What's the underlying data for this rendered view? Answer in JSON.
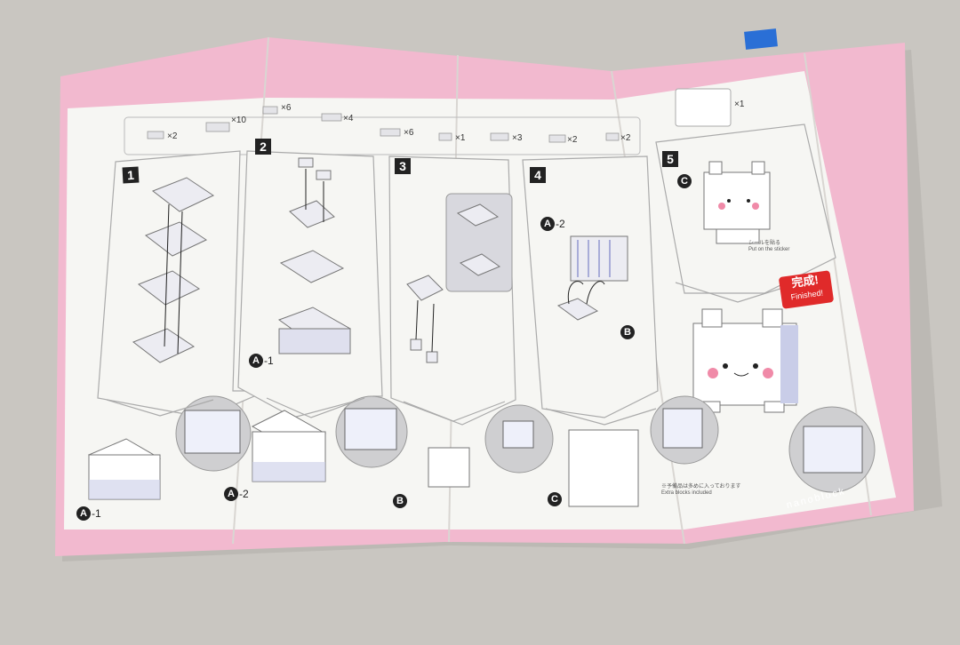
{
  "sheet": {
    "steps": [
      "1",
      "2",
      "3",
      "4",
      "5"
    ],
    "part_labels": {
      "a1_step2": "A",
      "a1_step2_suffix": "-1",
      "a1_bottom": "A",
      "a1_bottom_suffix": "-1",
      "a2_bottom": "A",
      "a2_bottom_suffix": "-2",
      "a2_step4": "A",
      "a2_step4_suffix": "-2",
      "b_step4": "B",
      "b_bottom": "B",
      "c_step5": "C",
      "c_bottom": "C"
    },
    "parts_counts": [
      "×2",
      "×10",
      "×6",
      "×4",
      "×6",
      "×1",
      "×3",
      "×2",
      "×2",
      "×1"
    ],
    "finished_label": "完成!",
    "finished_sub": "Finished!",
    "sticker_note_jp": "シールを貼る",
    "sticker_note_en": "Put on the sticker",
    "extra_note_jp": "※予備品は多めに入っております",
    "extra_note_en": "Extra blocks included",
    "brand": "nanoblock"
  },
  "colors": {
    "pink_band": "#f2b9cf",
    "paper": "#f6f6f3",
    "background": "#c9c6c1",
    "block_shade": "#c9cde8",
    "finished_red": "#e02a2a"
  }
}
